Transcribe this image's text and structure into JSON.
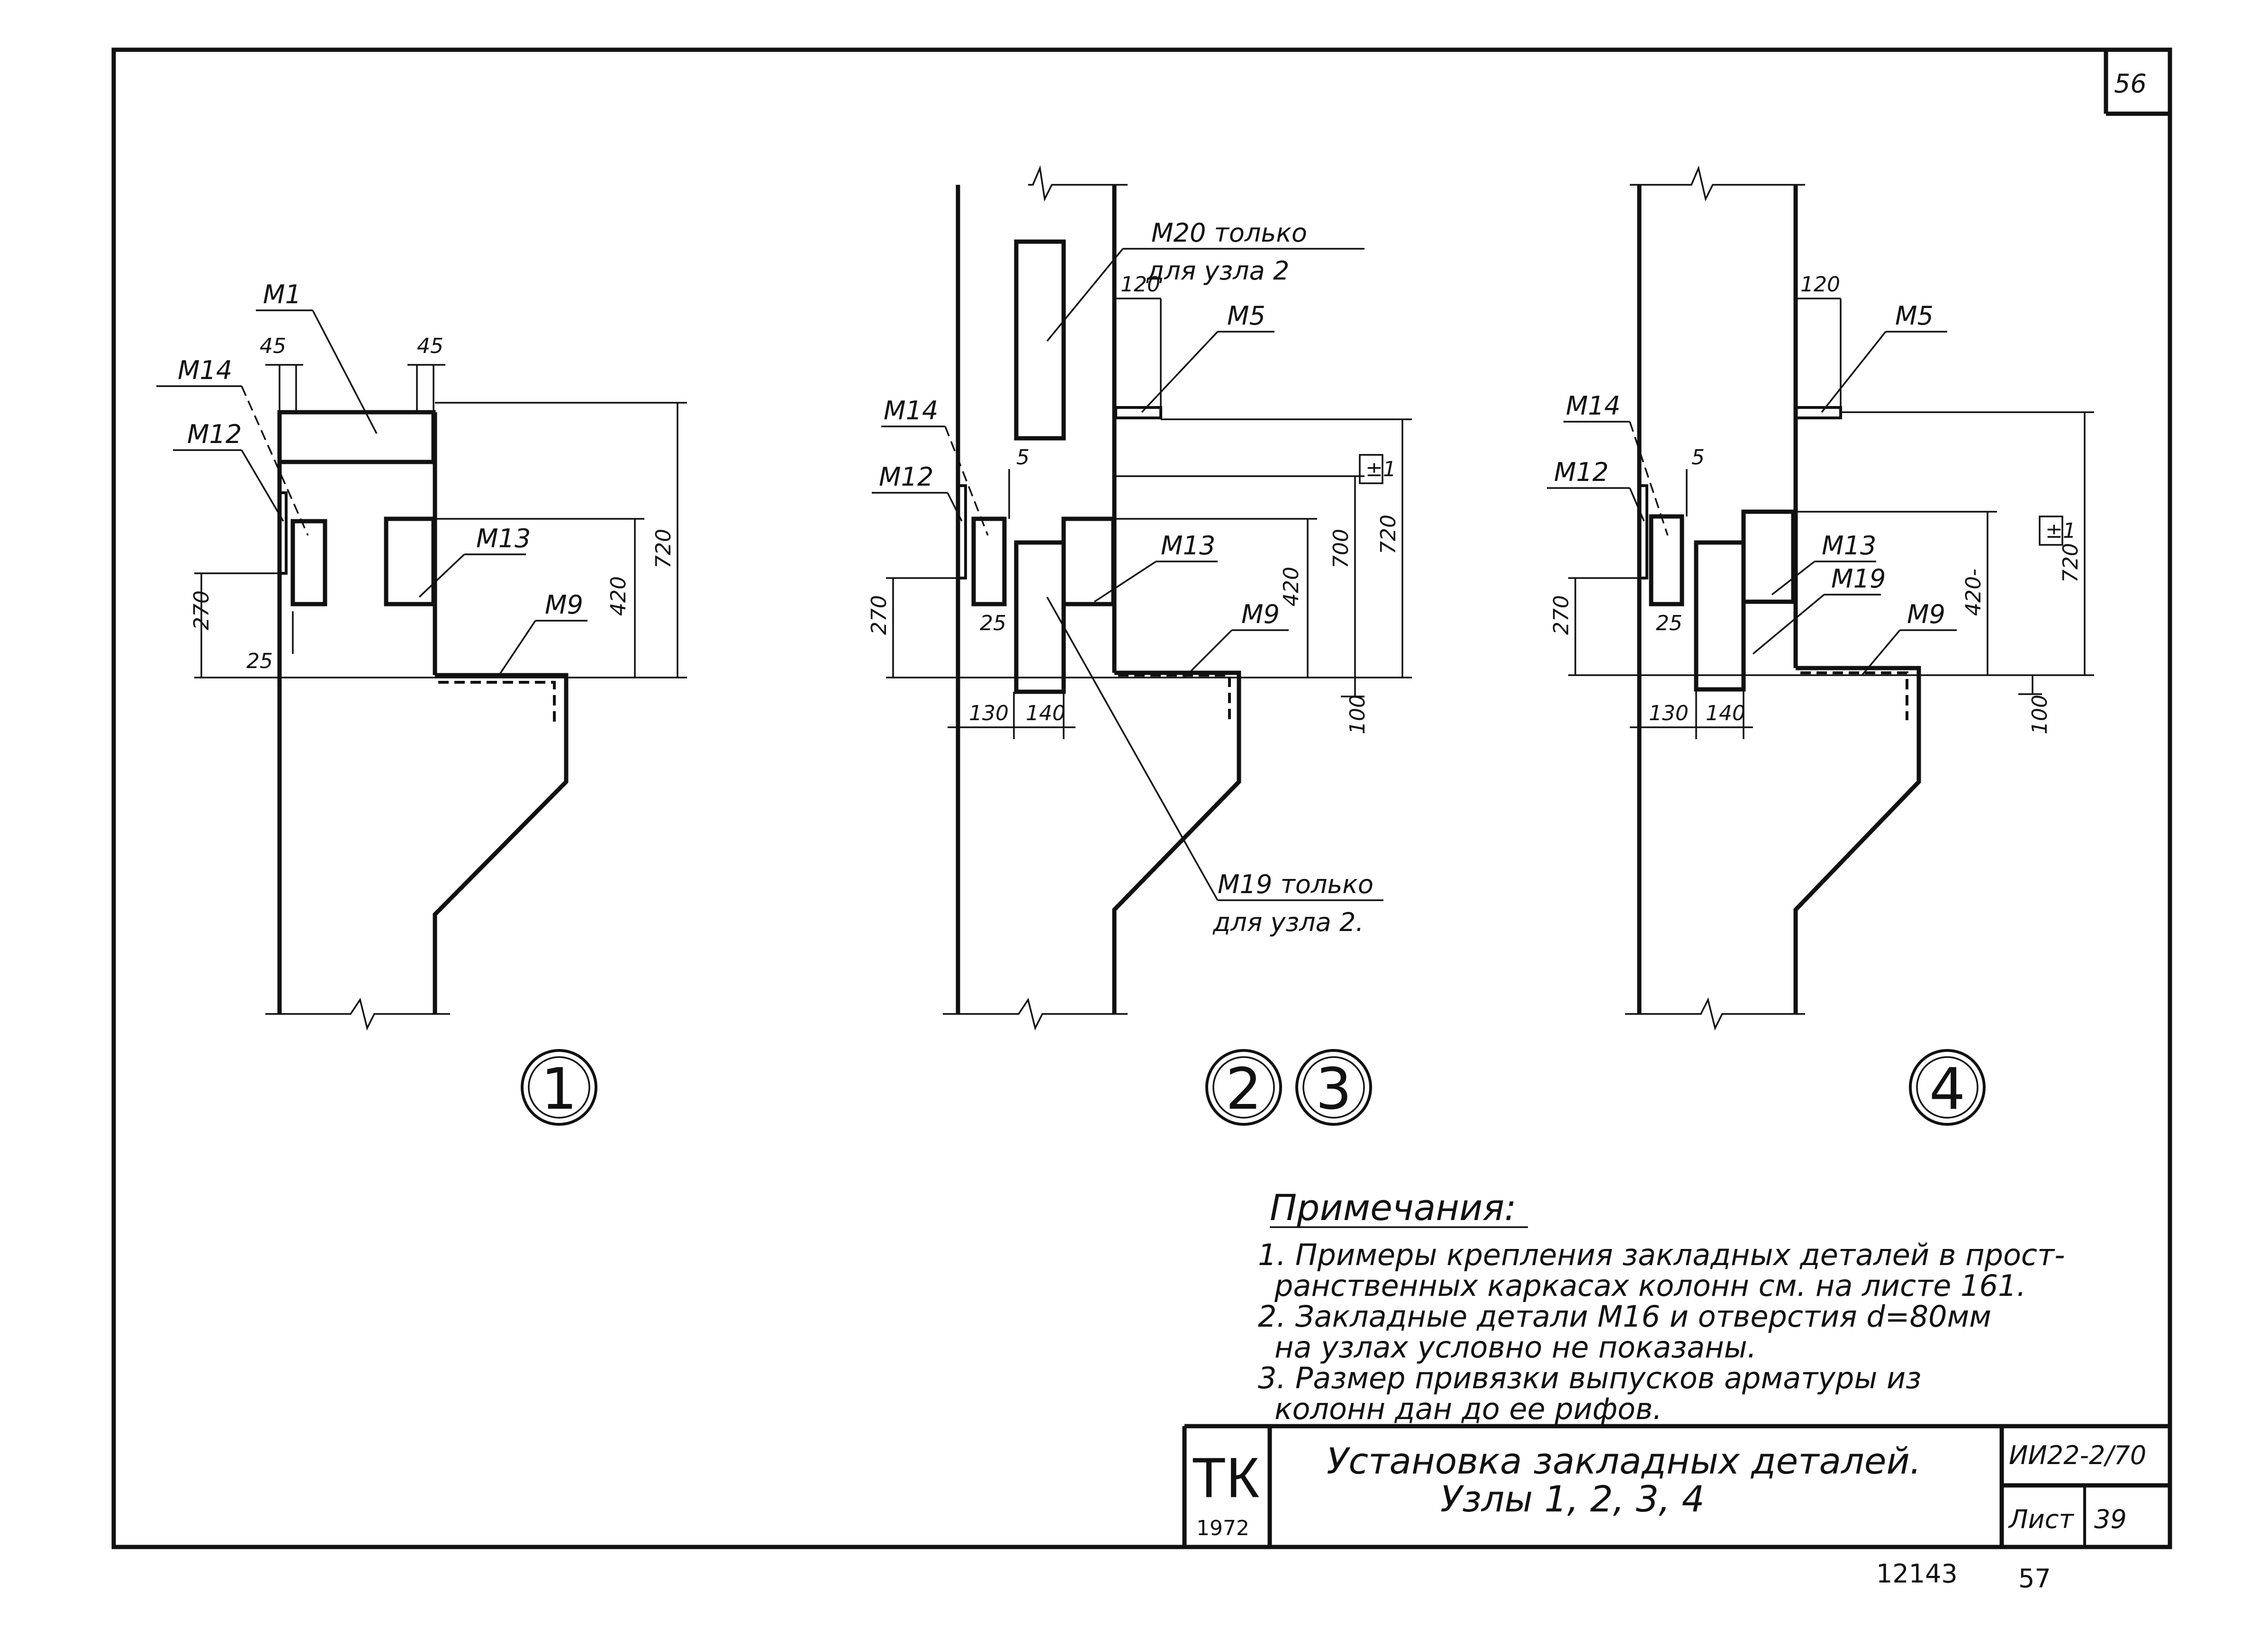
{
  "sheet": {
    "page_number": "56",
    "footer_left": "12143",
    "footer_right": "57"
  },
  "nodes": [
    {
      "id": "1",
      "circle": "1"
    },
    {
      "id": "2-3",
      "circle_a": "2",
      "circle_b": "3"
    },
    {
      "id": "4",
      "circle": "4"
    }
  ],
  "labels": {
    "m1": "М1",
    "m14": "М14",
    "m12": "М12",
    "m13": "М13",
    "m9": "М9",
    "m5": "М5",
    "m19": "М19",
    "m20_line1": "М20  только",
    "m20_line2": "для узла 2",
    "m19_line1": "М19 только",
    "m19_line2": "для узла 2."
  },
  "dimensions": {
    "d45": "45",
    "d270": "270",
    "d25": "25",
    "d420": "420",
    "d720": "720",
    "d5": "5",
    "d120": "120",
    "d700": "700",
    "d100": "100",
    "d130": "130",
    "d140": "140",
    "level": "±1",
    "d420dash": "420-"
  },
  "notes": {
    "heading": "Примечания:",
    "items": [
      "1. Примеры крепления закладных деталей в прост-",
      "ранственных каркасах колонн см. на листе 161.",
      "2. Закладные детали М16 и отверстия d=80мм",
      "на узлах условно не показаны.",
      "3. Размер привязки выпусков арматуры из",
      "колонн дан до ее рифов."
    ]
  },
  "title_block": {
    "logo": "ТК",
    "year": "1972",
    "title_line1": "Установка закладных деталей.",
    "title_line2": "Узлы 1, 2, 3, 4",
    "code": "ИИ22-2/70",
    "sheet_label": "Лист",
    "sheet_number": "39"
  }
}
